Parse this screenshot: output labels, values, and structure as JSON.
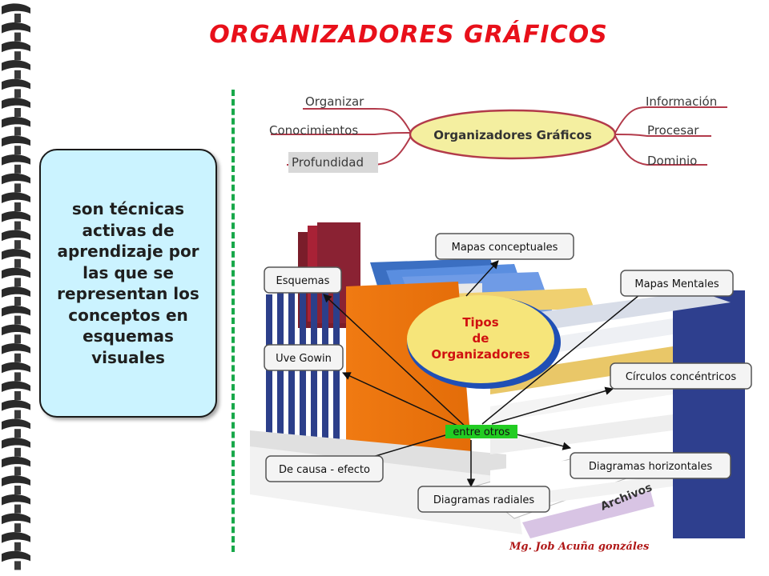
{
  "title": "ORGANIZADORES GRÁFICOS",
  "definition": "son técnicas activas de aprendizaje por las que se representan los conceptos en esquemas visuales",
  "mindmap": {
    "center": "Organizadores Gráficos",
    "left": [
      "Organizar",
      "Conocimientos",
      "Profundidad"
    ],
    "right": [
      "Información",
      "Procesar",
      "Dominio"
    ]
  },
  "types_diagram": {
    "center_lines": [
      "Tipos",
      "de",
      "Organizadores"
    ],
    "hub": "entre otros",
    "labels": {
      "mapas_conceptuales": "Mapas conceptuales",
      "esquemas": "Esquemas",
      "mapas_mentales": "Mapas Mentales",
      "uve_gowin": "Uve Gowin",
      "circulos_concentricos": "Círculos concéntricos",
      "diagramas_horizontales": "Diagramas horizontales",
      "de_causa_efecto": "De causa - efecto",
      "diagramas_radiales": "Diagramas radiales"
    },
    "shelf_text": "Archivos"
  },
  "signature": "Mg. Job Acuña gonzáles",
  "colors": {
    "title": "#e8101a",
    "side_box": "#cbf3ff",
    "divider": "#18a84a",
    "center_ellipse": "#f6e57a",
    "center_text": "#d01010",
    "hub": "#22cc22"
  }
}
